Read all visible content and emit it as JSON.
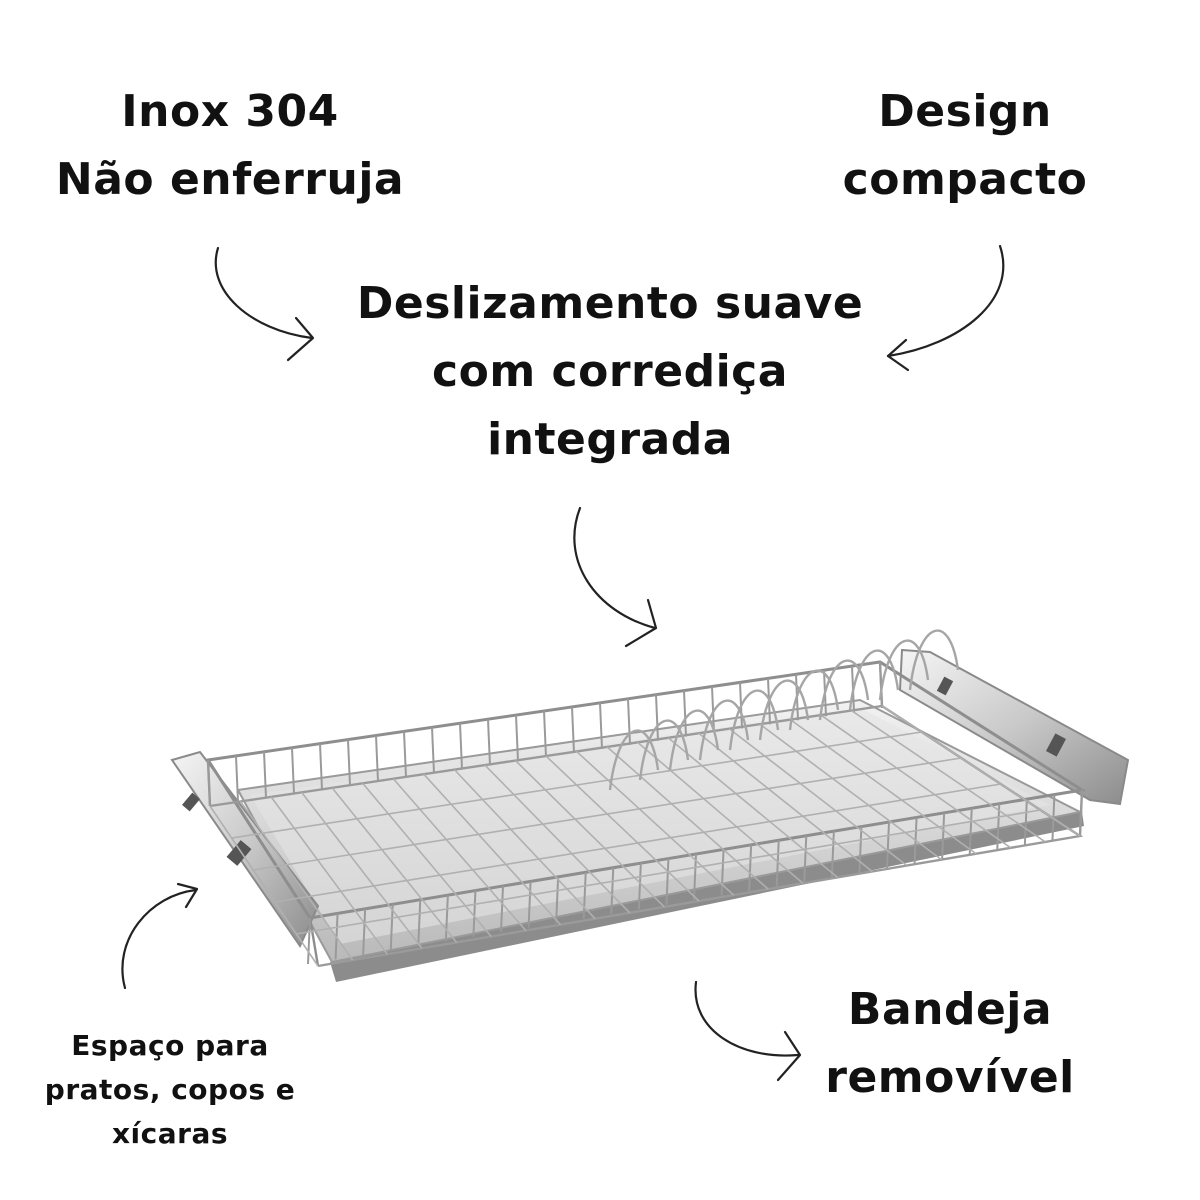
{
  "callouts": {
    "inox": {
      "line1": "Inox 304",
      "line2": "Não enferruja"
    },
    "design": {
      "line1": "Design",
      "line2": "compacto"
    },
    "slide": {
      "line1": "Deslizamento suave",
      "line2": "com corrediça",
      "line3": "integrada"
    },
    "tray": {
      "line1": "Bandeja",
      "line2": "removível"
    },
    "space": {
      "line1": "Espaço para",
      "line2": "pratos, copos e",
      "line3": "xícaras"
    }
  },
  "colors": {
    "text": "#111111",
    "arrow": "#222222",
    "chrome": "#9a9a9a",
    "chrome_light": "#d6d6d6",
    "tray": "#8a8a8a"
  },
  "image": {
    "subject": "stainless steel pull-out dish rack with integrated slides"
  }
}
